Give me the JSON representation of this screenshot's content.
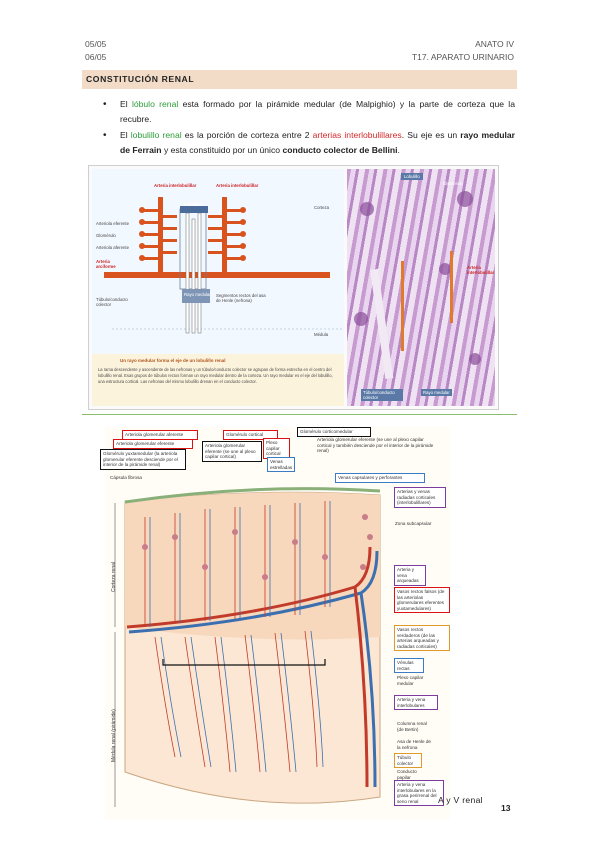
{
  "header": {
    "date1": "05/05",
    "date2": "06/05",
    "subject": "ANATO IV",
    "topic": "T17. APARATO URINARIO"
  },
  "section_title": "CONSTITUCIÓN RENAL",
  "bullets": [
    {
      "p1": "El ",
      "term": "lóbulo renal",
      "p2": " esta formado por la pirámide medular (de Malpighio) y la parte de corteza que la recubre."
    },
    {
      "p1": "El ",
      "term": "lobulillo renal",
      "p2": " es la porción de corteza entre 2 ",
      "term2": "arterias interlobulillares",
      "p3": ". Su eje es un ",
      "b1": "rayo medular de Ferrain",
      "p4": " y esta constituido por un único ",
      "b2": "conducto colector de Bellini",
      "p5": "."
    }
  ],
  "figure1": {
    "labels": {
      "art_inter_l": "Arteria interlobulillar",
      "art_inter_r": "Arteria interlobulillar",
      "lobulillo": "Lobulillo",
      "corteza": "Corteza",
      "art_eferente": "Arteriola eferente",
      "glomerulo": "Glomérulo",
      "art_aferente": "Arteriola aferente",
      "art_arciforme": "Arteria arciforme",
      "tubulo": "Túbulo/conducto colector",
      "segmentos": "Segmentos rectos del asa de Henle (nefrona)",
      "rayo": "Rayo medular",
      "medula": "Médula",
      "micro_lobulillo": "Lobulillo",
      "micro_glomerulo": "Glomérulo",
      "micro_arteria": "Arteria interlobulillar",
      "micro_tubulo": "Túbulo/conducto colector",
      "micro_rayo": "Rayo medular"
    },
    "caption_title": "Un rayo medular forma el eje de un lobulillo renal",
    "caption_text": "La rama descendente y ascendente de las nefronas y un túbulo/conducto colector se agrupan de forma estrecha en el centro del lobulillo renal. Esas grupos de túbulos rectos forman un rayo medular dentro de la corteza. Un rayo medular es el eje del lobulillo, una estructura cortical. Las nefronas del mismo lobulillo drenan en el conducto colector."
  },
  "figure2": {
    "labels": {
      "art_glom_aferente": "Arteriola glomerular aferente",
      "art_glom_eferente": "Arteriola glomerular eferente",
      "glom_yuxta": "Glomérulo yuxtamedular (la arteriola glomerular eferente desciende por el interior de la pirámide renal)",
      "capsula": "Cápsula fibrosa",
      "glom_cortical": "Glomérulo cortical",
      "art_ef_plexo": "Arteriola glomerular eferente (se une al plexo capilar cortical)",
      "plexo_cortical": "Plexo capilar cortical",
      "venas_estrelladas": "Venas estrelladas",
      "glom_corticomedular": "Glomérulo corticomedular",
      "art_ef_corticomedular": "Arteriola glomerular eferente (se une al plexo capilar cortical y también desciende por el interior de la pirámide renal)",
      "venas_capsulares": "Venas capsulares y perforantes",
      "arterias_radiadas": "Arterias y venas radiadas corticales (interlobulillares)",
      "zona_subcapsular": "Zona subcapsular",
      "arteria_arqueada": "Arteria y vena arqueadas",
      "vasos_rectos_falsos": "Vasos rectos falsos (de las arteriolas glomerulares eferentes yuxtamedulares)",
      "vasos_rectos_verdaderos": "Vasos rectos verdaderos (de las arterias arqueadas y radiadas corticales)",
      "venulas_rectas": "Vénulas rectas",
      "plexo_medular": "Plexo capilar medular",
      "arteria_interlobular": "Arteria y vena interlobulares",
      "columna_renal": "Columna renal (de Bertin)",
      "asa_henle": "Asa de Henle de la nefrona",
      "tubulo_colector": "Túbulo colector",
      "conducto_papilar": "Conducto papilar",
      "arteria_interlobular_seno": "Arteria y vena interlobulares en la grasa perirrenal del seno renal",
      "corteza_renal": "Corteza renal",
      "medula_renal": "Médula renal (pirámide)"
    }
  },
  "footer": {
    "label": "A y V renal",
    "page": "13"
  },
  "colors": {
    "section_bg": "#f2dcc7",
    "green_term": "#2e9d3a",
    "red_term": "#d62828",
    "divider": "#8cbd6b"
  }
}
